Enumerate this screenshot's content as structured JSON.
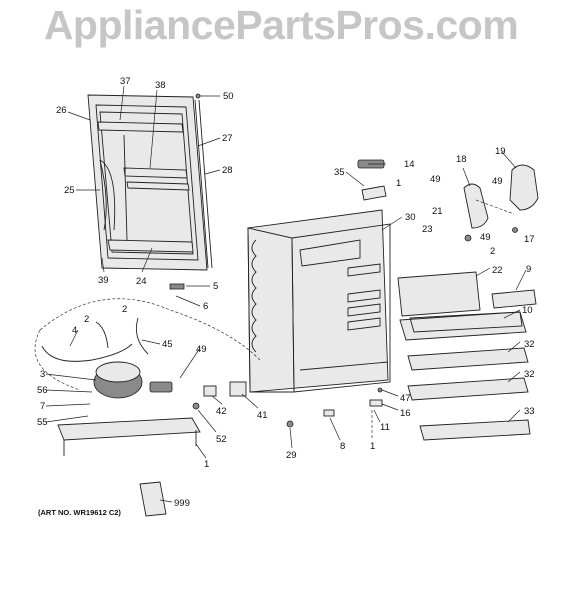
{
  "watermark": "AppliancePartsPros.com",
  "art_number": "(ART NO. WR19612 C2)",
  "callouts": [
    "50",
    "37",
    "38",
    "26",
    "27",
    "28",
    "25",
    "39",
    "24",
    "5",
    "6",
    "14",
    "35",
    "1",
    "30",
    "18",
    "19",
    "49",
    "49",
    "21",
    "23",
    "49",
    "2",
    "17",
    "22",
    "9",
    "10",
    "4",
    "2",
    "2",
    "45",
    "49",
    "3",
    "56",
    "7",
    "55",
    "42",
    "41",
    "52",
    "1",
    "47",
    "16",
    "11",
    "8",
    "1",
    "29",
    "32",
    "32",
    "33",
    "999"
  ]
}
